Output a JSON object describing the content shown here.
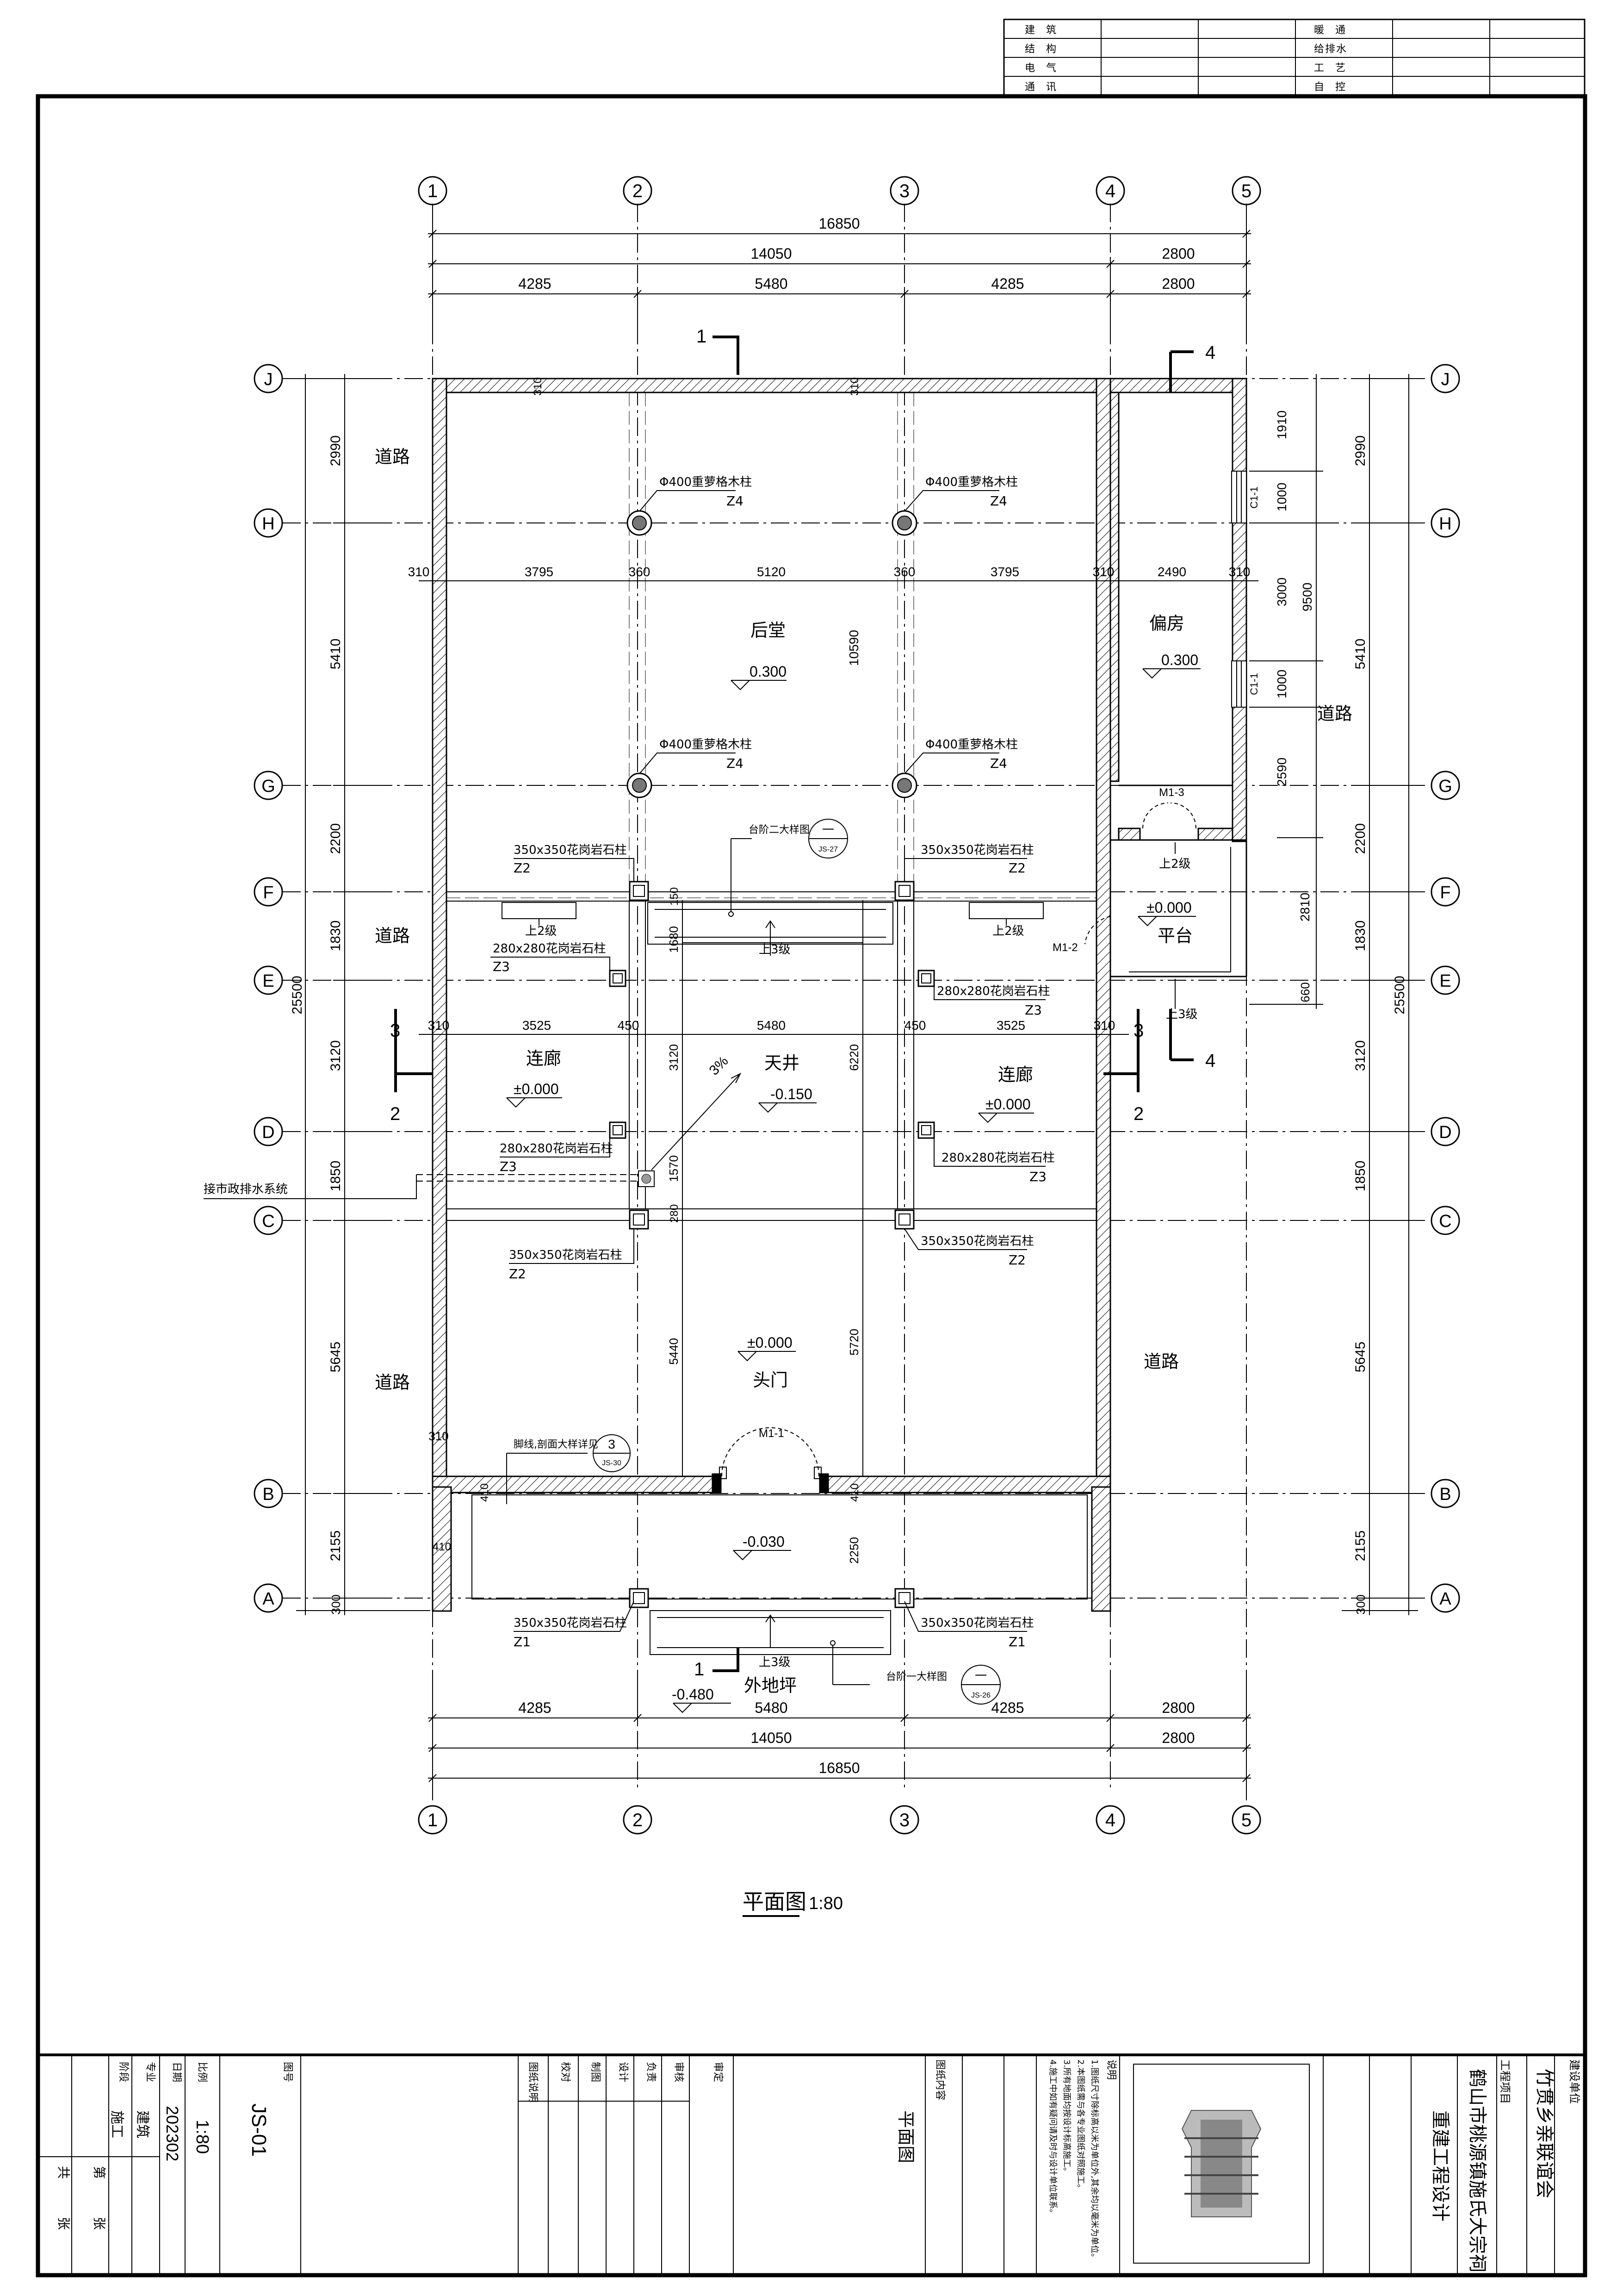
{
  "top_signoff": {
    "left": [
      "建筑",
      "结构",
      "电气",
      "通讯"
    ],
    "right": [
      "暖通",
      "给排水",
      "工艺",
      "自控"
    ]
  },
  "grid_axes": {
    "vertical": [
      "1",
      "2",
      "3",
      "4",
      "5"
    ],
    "horizontal": [
      "J",
      "H",
      "G",
      "F",
      "E",
      "D",
      "C",
      "B",
      "A"
    ]
  },
  "dims_top": {
    "total": "16850",
    "sub_main": "14050",
    "sub_side": "2800",
    "bays": [
      "4285",
      "5480",
      "4285",
      "2800"
    ]
  },
  "dims_bottom": {
    "bays": [
      "4285",
      "5480",
      "4285",
      "2800"
    ],
    "sub_main": "14050",
    "sub_side": "2800",
    "total": "16850"
  },
  "dims_left": {
    "spans": [
      "2990",
      "5410",
      "2200",
      "1830",
      "3120",
      "1850",
      "5645",
      "2155",
      "300"
    ],
    "total": "25500"
  },
  "dims_right": {
    "spans": [
      "2990",
      "5410",
      "2200",
      "1830",
      "3120",
      "1850",
      "5645",
      "2155",
      "300"
    ],
    "total": "25500",
    "side": [
      "1910",
      "1000",
      "3000",
      "1000",
      "2590",
      "2810",
      "660"
    ],
    "side_total": "9500"
  },
  "interior_dims": {
    "row_h": [
      "310",
      "3795",
      "360",
      "5120",
      "360",
      "3795",
      "310",
      "2490",
      "310"
    ],
    "row_e": [
      "310",
      "3525",
      "450",
      "5480",
      "450",
      "3525",
      "310"
    ],
    "vert": [
      "310",
      "310",
      "10590",
      "150",
      "1680",
      "3120",
      "6220",
      "1570",
      "280",
      "5440",
      "5720",
      "310",
      "410",
      "410",
      "410",
      "2250"
    ]
  },
  "rooms": {
    "back_hall": "后堂",
    "back_level": "0.300",
    "side_room": "偏房",
    "side_level": "0.300",
    "courtyard": "天井",
    "courtyard_level": "-0.150",
    "slope": "3%",
    "corridor_left": "连廊",
    "corridor_left_level": "±0.000",
    "corridor_right": "连廊",
    "corridor_right_level": "±0.000",
    "gate": "头门",
    "gate_level": "±0.000",
    "porch_level": "-0.030",
    "platform": "平台",
    "platform_level": "±0.000",
    "outside": "外地坪",
    "outside_level": "-0.480",
    "road": "道路"
  },
  "columns": {
    "z4_label": "Φ400重萝格木柱",
    "z4_code": "Z4",
    "z2_label": "350x350花岗岩石柱",
    "z2_code": "Z2",
    "z3_label": "280x280花岗岩石柱",
    "z3_code": "Z3",
    "z1_label": "350x350花岗岩石柱",
    "z1_code": "Z1"
  },
  "notes": {
    "steps2": "上2级",
    "steps3": "上3级",
    "door_m1": "M1-1",
    "door_m2": "M1-2",
    "door_m3": "M1-3",
    "window_c1": "C1-1",
    "drain": "接市政排水系统",
    "step_detail_2": "台阶二大样图",
    "step_detail_1": "台阶一大样图",
    "foot_detail": "脚线,剖面大样详见",
    "ref_js27": "JS-27",
    "ref_js26": "JS-26",
    "ref_js30": "JS-30",
    "ref_dash": "一",
    "ref_3": "3"
  },
  "sections": {
    "s1": "1",
    "s2": "2",
    "s3": "3",
    "s4": "4"
  },
  "plan_title": "平面图",
  "plan_scale": "1:80",
  "title_block": {
    "unit_label": "建设单位",
    "unit": "竹贯乡亲联谊会",
    "project_label": "工程项目",
    "project_1": "鹤山市桃源镇施氏大宗祠",
    "project_2": "重建工程设计",
    "notes_label": "说明",
    "notes": [
      "1.图纸尺寸除标高以米为单位外,其余均以毫米为单位。",
      "2.本图纸需与各专业图纸对照施工。",
      "3.所有地面均按设计标高施工。",
      "4.施工中如有疑问请及时与设计单位联系。"
    ],
    "content_label": "图纸内容",
    "content": "平面图",
    "roles": [
      "审定",
      "审核",
      "负责",
      "设计",
      "制图",
      "校对"
    ],
    "drawing_note": "图纸说明",
    "sheet_label": "图号",
    "sheet": "JS-01",
    "scale_label": "比例",
    "scale": "1:80",
    "date_label": "日期",
    "date": "202302",
    "discipline_label": "专业",
    "discipline": "建筑",
    "phase_label": "阶段",
    "phase": "施工",
    "page_label": "第",
    "page_of": "共",
    "page_unit": "张"
  }
}
